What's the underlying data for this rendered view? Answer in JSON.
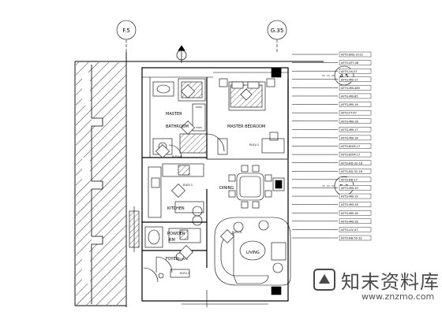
{
  "grid_bubbles": {
    "top_left": "F.5",
    "top_right": "G.35",
    "right_upper": "4.5",
    "right_lower": "5.0"
  },
  "room_labels": {
    "master_bathroom_1": "MASTER",
    "master_bathroom_2": "BATHROOM",
    "master_bedroom": "MASTER BEDROOM",
    "dining": "DINING",
    "kitchen": "KITCHEN",
    "powder_rm_1": "POWDER",
    "powder_rm_2": "RM",
    "foyer": "FOYER",
    "living": "LIVING"
  },
  "callout_labels": [
    "AFTS-BAS-LT-22",
    "AFTS-ATT-08",
    "AFTS-04-07",
    "AFTS-MB-17",
    "AFTS-MB-485",
    "AFTS-MB-85",
    "AFTS-MB-16",
    "AFTS-FT-47",
    "AFTS-MB-16",
    "AFTS-MB-17",
    "AFTS-MB-16",
    "AFTS-BOM-17",
    "AFTS-BOM-17",
    "AFTS-BD-32-18",
    "AFTS-BD-32-18",
    "AFTS-BB-17",
    "AFTS-MB-19",
    "AFTS-MB-19",
    "AFTS-MB-18",
    "AFTS-MB-18",
    "AFTS-MB-18",
    "AFTS-LIV-47",
    "AFTS-BB-50-32"
  ],
  "tags": {
    "tag_a": "ELEV-1",
    "tag_b": "ELEV-4",
    "tag_c": "ELEV-4",
    "tag_d": "ELEV-1",
    "tag_e": "ELEV-2",
    "tag_f": "ELEV-1"
  },
  "watermark": {
    "text": "知末资料库",
    "url": "www.znzmo.com"
  },
  "colors": {
    "line": "#000000",
    "watermark": "#4a4a4a"
  }
}
